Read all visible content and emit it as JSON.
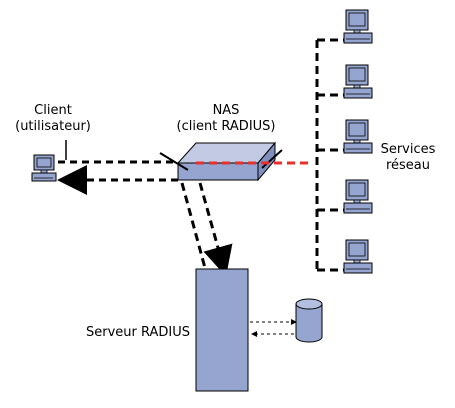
{
  "client": {
    "line1": "Client",
    "line2": "(utilisateur)"
  },
  "nas": {
    "line1": "NAS",
    "line2": "(client RADIUS)"
  },
  "services": {
    "line1": "Services",
    "line2": "réseau"
  },
  "radius": {
    "label": "Serveur RADIUS"
  },
  "icons": {
    "client": "computer-icon",
    "nas": "network-access-server-icon",
    "services": "computer-icon",
    "radius_server": "server-tower-icon",
    "database": "database-cylinder-icon"
  },
  "colors": {
    "box_fill": "#95a5cf",
    "line": "#000000",
    "service_link": "#e8302c",
    "background": "#ffffff"
  }
}
